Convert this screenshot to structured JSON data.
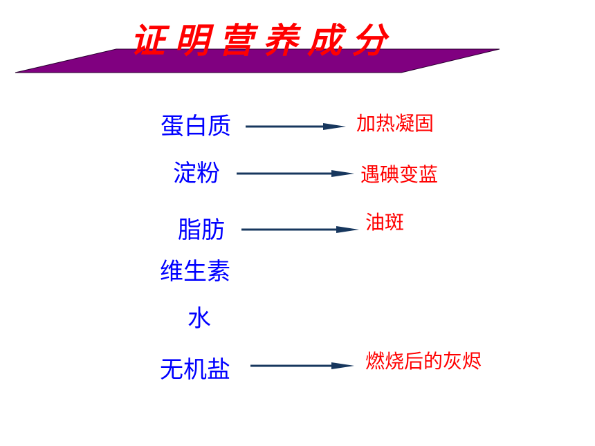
{
  "title": "证明营养成分",
  "colors": {
    "banner": "#800080",
    "title": "#ff0000",
    "term": "#0000ff",
    "result": "#ff0000",
    "arrow": "#17375e"
  },
  "rows": [
    {
      "term": "蛋白质",
      "result": "加热凝固"
    },
    {
      "term": "淀粉",
      "result": "遇碘变蓝"
    },
    {
      "term": "脂肪",
      "result": "油斑"
    },
    {
      "term": "维生素",
      "result": ""
    },
    {
      "term": "水",
      "result": ""
    },
    {
      "term": "无机盐",
      "result": "燃烧后的灰烬"
    }
  ]
}
